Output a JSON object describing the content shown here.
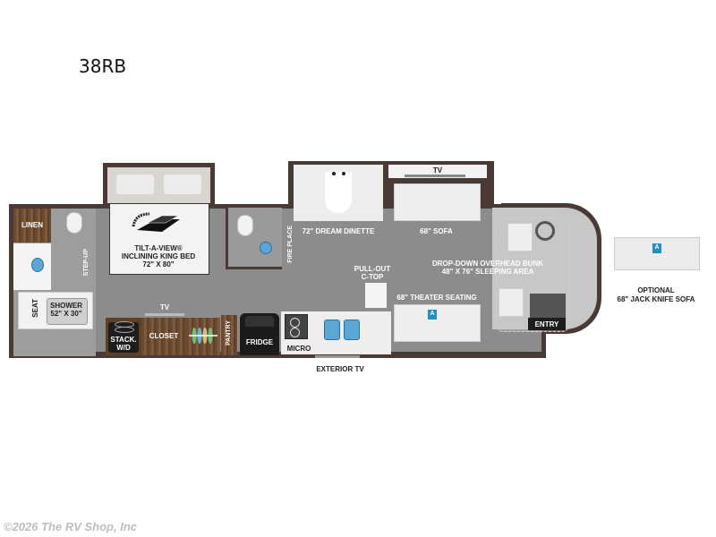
{
  "model": "38RB",
  "copyright": "©2026 The RV Shop, Inc",
  "colors": {
    "wall": "#4a3a35",
    "floor": "#8c8c8c",
    "accent_blue": "#1f8fc9",
    "wood": "#6b4a32"
  },
  "floorplan": {
    "labels": {
      "linen": "LINEN",
      "step_up": "STEP-UP",
      "seat": "SEAT",
      "shower": "SHOWER",
      "shower_size": "52\" X 30\"",
      "bed_name_line1": "TILT-A-VIEW®",
      "bed_name_line2": "INCLINING KING BED",
      "bed_size": "72\" X 80\"",
      "tv_bedroom": "TV",
      "stack_wd_line1": "STACK.",
      "stack_wd_line2": "W/D",
      "closet": "CLOSET",
      "pantry": "PANTRY",
      "fridge": "FRIDGE",
      "micro": "MICRO",
      "exterior_tv": "EXTERIOR TV",
      "fire_place": "FIRE PLACE",
      "dinette": "72\" DREAM DINETTE",
      "tv_living": "TV",
      "sofa": "68\" SOFA",
      "pull_out_line1": "PULL-OUT",
      "pull_out_line2": "C-TOP",
      "theater_seating": "68\" THEATER SEATING",
      "bunk_line1": "DROP-DOWN OVERHEAD BUNK",
      "bunk_line2": "48\" X 76\" SLEEPING AREA",
      "entry": "ENTRY",
      "badge_a": "A"
    },
    "optional": {
      "badge": "A",
      "line1": "OPTIONAL",
      "line2": "68\" JACK KNIFE SOFA"
    }
  }
}
